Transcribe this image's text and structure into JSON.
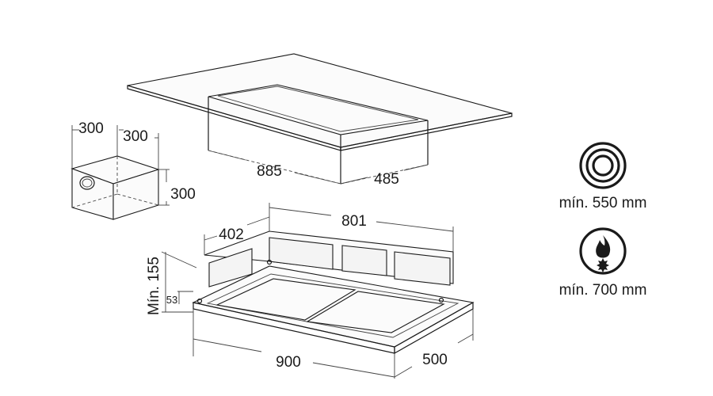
{
  "duct_box": {
    "width_label": "300",
    "depth_label": "300",
    "height_label": "300"
  },
  "ceiling_unit": {
    "length_label": "885",
    "depth_label": "485"
  },
  "hood": {
    "top_width_label": "801",
    "side_depth_label": "402",
    "min_height_label": "Mín. 155",
    "small_offset_label": "53",
    "front_width_label": "900",
    "front_depth_label": "500"
  },
  "clearances": {
    "electric_icon": "induction-rings-icon",
    "electric_label": "mín. 550 mm",
    "gas_icon": "gas-flame-icon",
    "gas_label": "mín. 700 mm"
  },
  "colors": {
    "line": "#1a1a1a",
    "background": "#ffffff"
  }
}
